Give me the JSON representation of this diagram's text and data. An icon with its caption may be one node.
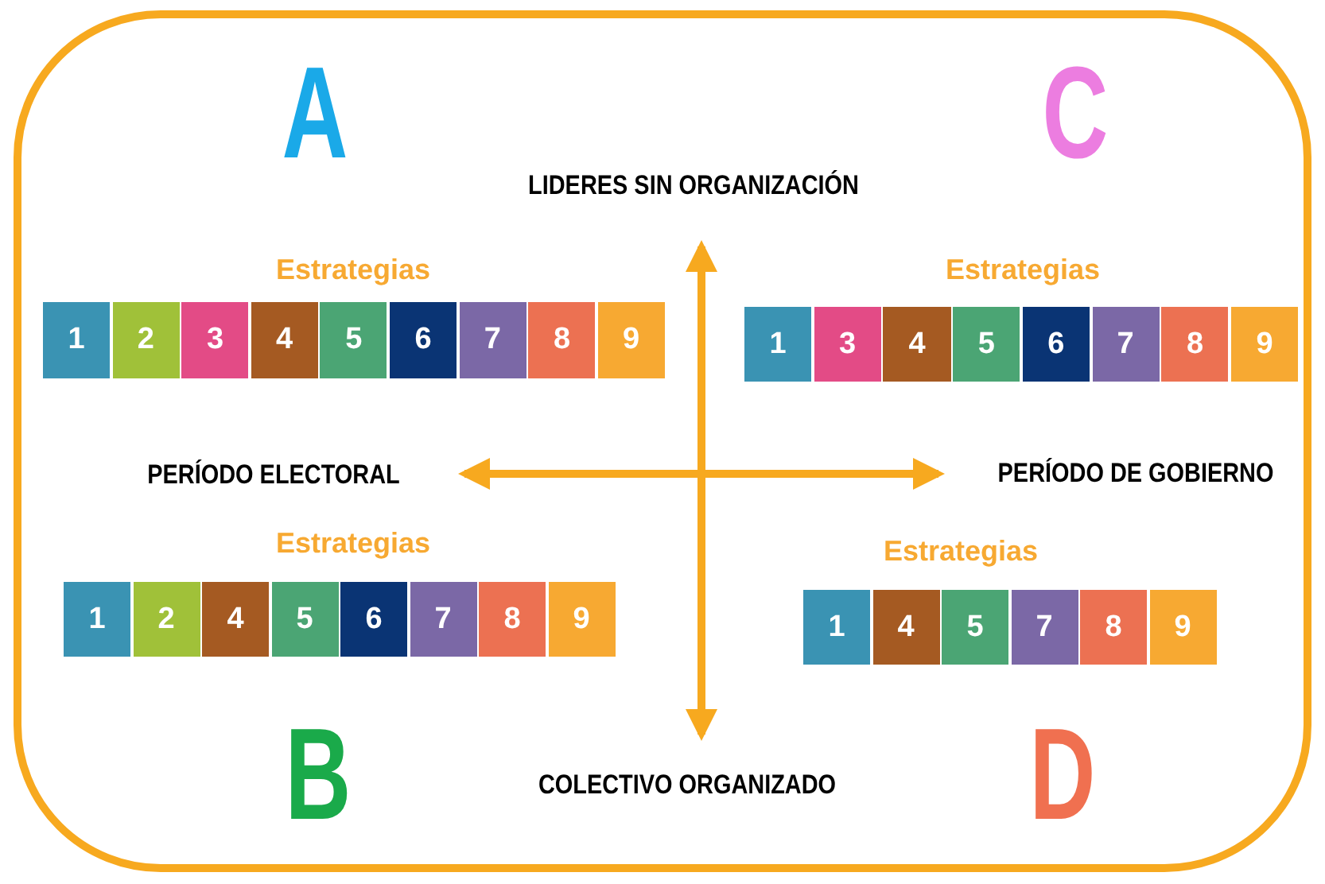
{
  "diagram": {
    "nodes": [
      {
        "text": [
          "1"
        ]
      },
      {
        "text": [
          "2"
        ]
      },
      {
        "text": [
          "3"
        ]
      },
      {
        "text": [
          "4"
        ]
      },
      {
        "text": [
          "5"
        ]
      },
      {
        "text": [
          "6"
        ]
      },
      {
        "text": [
          "7"
        ]
      },
      {
        "text": [
          "8"
        ]
      },
      {
        "text": [
          "9"
        ]
      },
      {
        "text": [
          "1"
        ]
      },
      {
        "text": [
          "3"
        ]
      },
      {
        "text": [
          "4"
        ]
      },
      {
        "text": [
          "5"
        ]
      },
      {
        "text": [
          "6"
        ]
      },
      {
        "text": [
          "7"
        ]
      },
      {
        "text": [
          "8"
        ]
      },
      {
        "text": [
          "9"
        ]
      },
      {
        "text": [
          "1"
        ]
      },
      {
        "text": [
          "2"
        ]
      },
      {
        "text": [
          "4"
        ]
      },
      {
        "text": [
          "5"
        ]
      },
      {
        "text": [
          "6"
        ]
      },
      {
        "text": [
          "7"
        ]
      },
      {
        "text": [
          "8"
        ]
      },
      {
        "text": [
          "9"
        ]
      },
      {
        "text": [
          "1"
        ]
      },
      {
        "text": [
          "4"
        ]
      },
      {
        "text": [
          "5"
        ]
      },
      {
        "text": [
          "7"
        ]
      },
      {
        "text": [
          "8"
        ]
      },
      {
        "text": [
          "9"
        ]
      }
    ],
    "edges": [],
    "labels": [
      "A",
      "C",
      "LIDERES SIN ORGANIZACIÓN",
      "Estrategias",
      "Estrategias",
      "PERÍODO ELECTORAL",
      "PERÍODO DE GOBIERNO",
      "Estrategias",
      "Estrategias",
      "B",
      "COLECTIVO ORGANIZADO",
      "D"
    ]
  }
}
